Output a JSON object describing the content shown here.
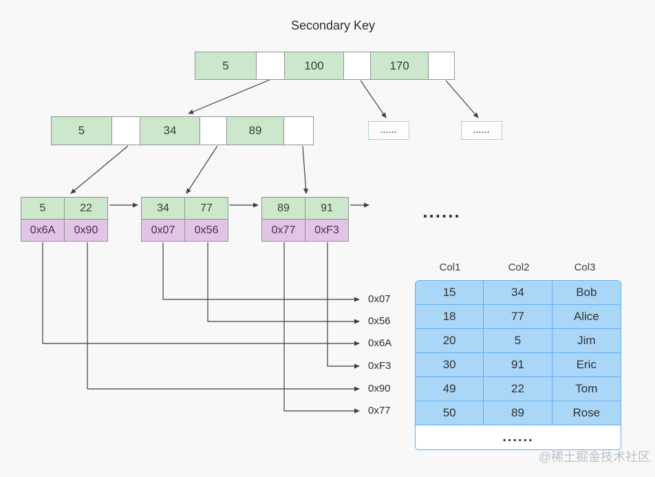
{
  "title": "Secondary Key",
  "colors": {
    "background": "#f7f8f7",
    "key_cell_green": "#cde7cc",
    "pointer_cell_purple": "#e2c4e6",
    "table_cell_blue": "#aad7f8",
    "table_border_blue": "#63adf0",
    "dashed_box_teal": "#55aaa6",
    "connector_line": "#3f3f3f"
  },
  "tree": {
    "root": {
      "keys": [
        "5",
        "100",
        "170"
      ]
    },
    "internal": {
      "keys": [
        "5",
        "34",
        "89"
      ]
    },
    "leaves": [
      {
        "keys": [
          "5",
          "22"
        ],
        "pointers": [
          "0x6A",
          "0x90"
        ]
      },
      {
        "keys": [
          "34",
          "77"
        ],
        "pointers": [
          "0x07",
          "0x56"
        ]
      },
      {
        "keys": [
          "89",
          "91"
        ],
        "pointers": [
          "0x77",
          "0xF3"
        ]
      }
    ],
    "collapsed_node_1_ellipsis": "......",
    "collapsed_node_2_ellipsis": "......",
    "more_leaves_ellipsis": "......"
  },
  "pointer_labels": [
    "0x07",
    "0x56",
    "0x6A",
    "0xF3",
    "0x90",
    "0x77"
  ],
  "table": {
    "headers": [
      "Col1",
      "Col2",
      "Col3"
    ],
    "rows": [
      [
        "15",
        "34",
        "Bob"
      ],
      [
        "18",
        "77",
        "Alice"
      ],
      [
        "20",
        "5",
        "Jim"
      ],
      [
        "30",
        "91",
        "Eric"
      ],
      [
        "49",
        "22",
        "Tom"
      ],
      [
        "50",
        "89",
        "Rose"
      ]
    ],
    "more_rows_ellipsis": "......"
  },
  "watermark": "@稀土掘金技术社区"
}
